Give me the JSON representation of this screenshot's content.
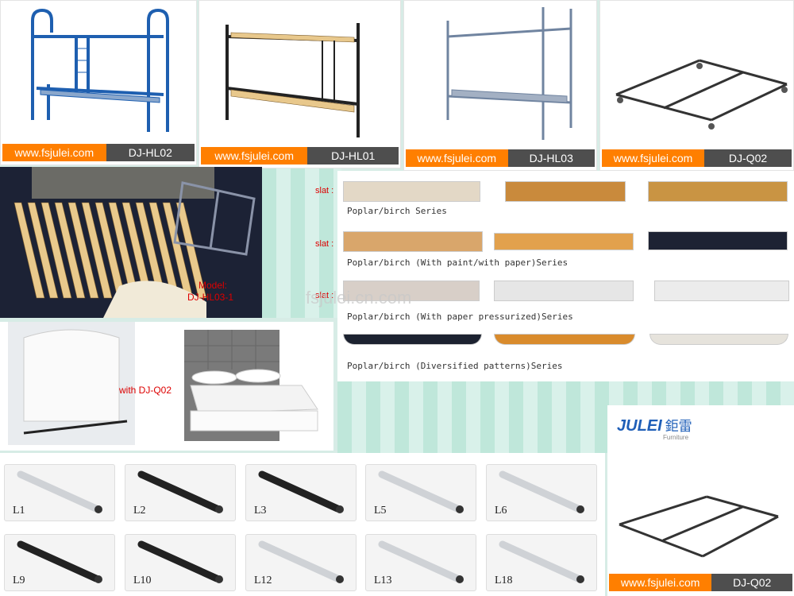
{
  "products": [
    {
      "url": "www.fsjulei.com",
      "model": "DJ-HL02"
    },
    {
      "url": "www.fsjulei.com",
      "model": "DJ-HL01"
    },
    {
      "url": "www.fsjulei.com",
      "model": "DJ-HL03"
    },
    {
      "url": "www.fsjulei.com",
      "model": "DJ-Q02"
    }
  ],
  "slat_bed": {
    "model_label": "Model:",
    "model": "DJ-HL03-1"
  },
  "headboard": {
    "caption": "with DJ-Q02"
  },
  "slats": {
    "prefix": "slat :",
    "series": [
      {
        "label": "Poplar/birch Series",
        "colors": [
          "#e3d8c6",
          "#c98a3c",
          "#c99443"
        ]
      },
      {
        "label": "Poplar/birch (With paint/with paper)Series",
        "colors": [
          "#d9a66b",
          "#e2a14d",
          "#1d2233"
        ]
      },
      {
        "label": "Poplar/birch (With paper pressurized)Series",
        "colors": [
          "#d8cfc8",
          "#e6e6e6",
          "#ececec"
        ]
      },
      {
        "label": "Poplar/birch (Diversified patterns)Series",
        "colors": [
          "#1c2230",
          "#d98b2c",
          "#e6e3dc"
        ]
      }
    ]
  },
  "watermark": "fsjulei.cn.com",
  "legs": [
    {
      "label": "L1"
    },
    {
      "label": "L2"
    },
    {
      "label": "L3"
    },
    {
      "label": "L5"
    },
    {
      "label": "L6"
    },
    {
      "label": "L9"
    },
    {
      "label": "L10"
    },
    {
      "label": "L12"
    },
    {
      "label": "L13"
    },
    {
      "label": "L18"
    }
  ],
  "brand": {
    "logo": "JULEI",
    "cn": "鉅雷",
    "sub": "Furniture"
  },
  "frame_product": {
    "url": "www.fsjulei.com",
    "model": "DJ-Q02"
  }
}
